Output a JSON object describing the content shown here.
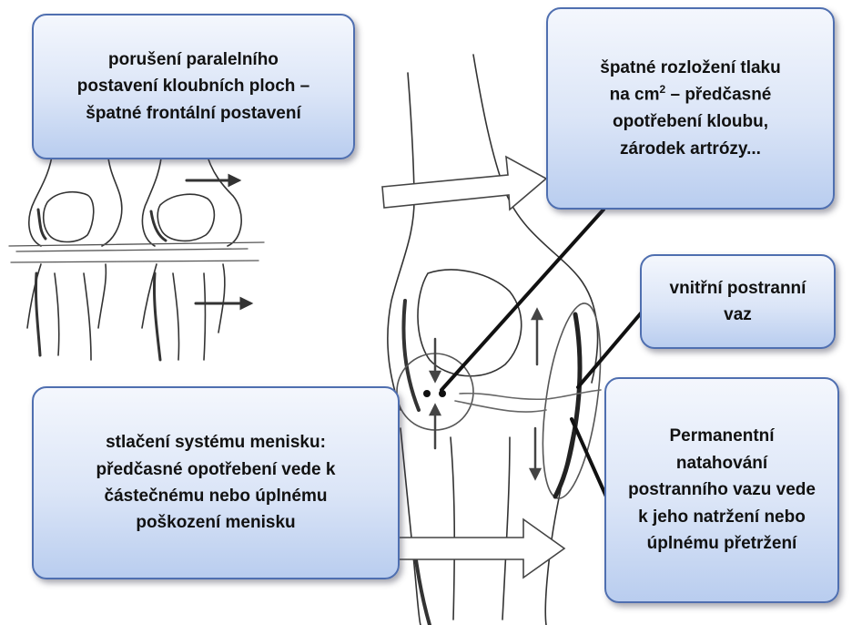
{
  "callouts": {
    "parallel": "porušení paralelního\npostavení kloubních ploch –\nšpatné frontální postavení",
    "pressure_line1": "špatné rozložení tlaku",
    "pressure_line2_pre": "na cm",
    "pressure_line2_sup": "2",
    "pressure_line2_post": " – předčasné",
    "pressure_rest": "opotřebení kloubu,\nzárodek artrózy...",
    "ligament": "vnitřní postranní\nvaz",
    "meniscus": "stlačení systému menisku:\npředčasné opotřebení vede k\nčástečnému nebo úplnému\npoškození menisku",
    "stretching": "Permanentní\nnatahování\npostranního vazu vede\nk jeho natržení nebo\núplnému přetržení"
  },
  "colors": {
    "box_border": "#4f6fb0",
    "box_fill_top": "#f4f7fd",
    "box_fill_bottom": "#b9cdef",
    "line": "#111111"
  }
}
